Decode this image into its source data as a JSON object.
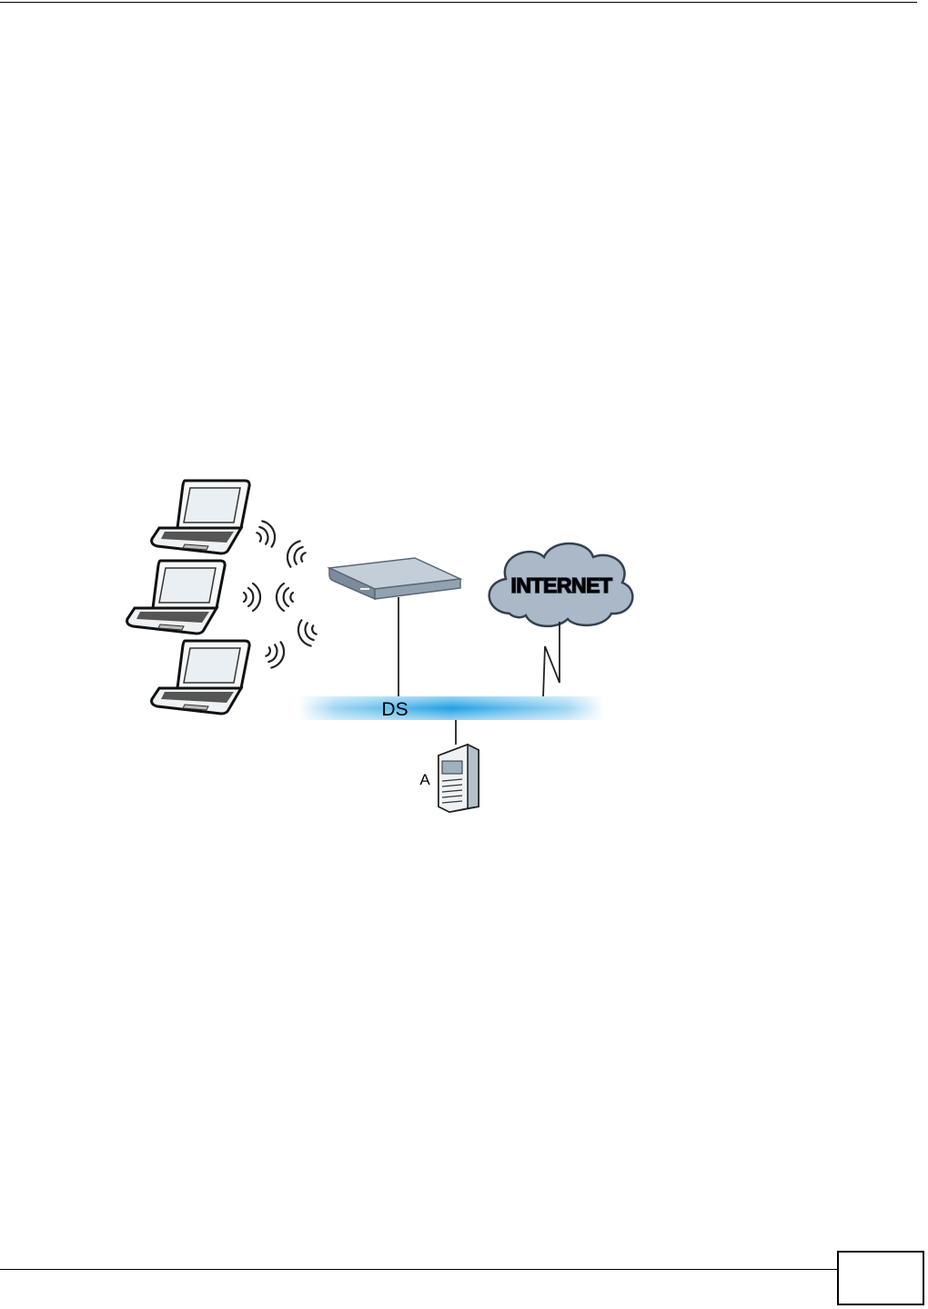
{
  "diagram": {
    "ds_label": "DS",
    "internet_label": "INTERNET",
    "server_label": "A"
  },
  "footer": {
    "page_number": ""
  },
  "colors": {
    "ds_band": "#29a6e6",
    "cloud": "#aab8c7",
    "device": "#9aa9b8",
    "laptop_screen": "#e9eff3"
  }
}
